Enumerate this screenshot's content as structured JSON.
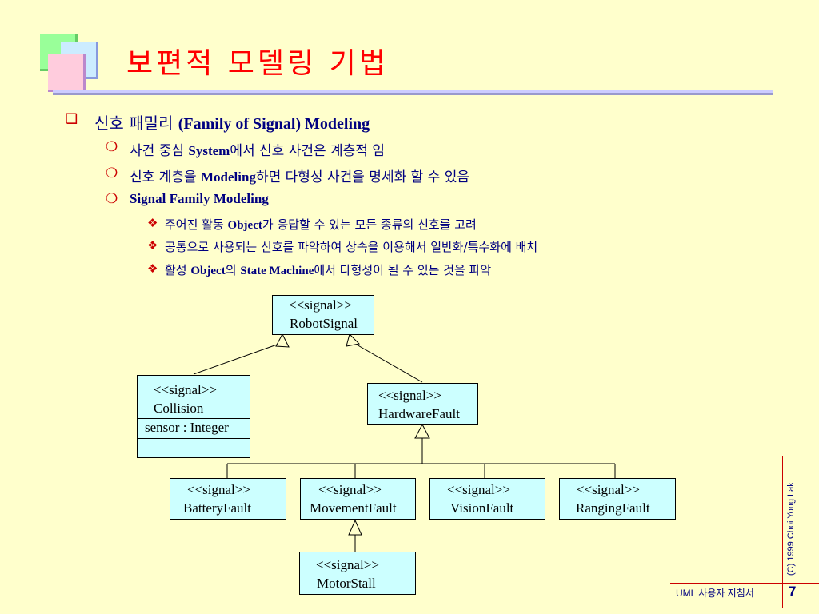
{
  "slide": {
    "title": "보편적 모델링 기법",
    "colors": {
      "title": "#ff0000",
      "text": "#000080",
      "bullet": "#cc0000",
      "box_fill": "#ccffff",
      "background": "#ffffcc"
    }
  },
  "bullets": {
    "l1": {
      "marker": "❑",
      "ko": "신호 패밀리 ",
      "en": "(Family of Signal) Modeling"
    },
    "l2": [
      {
        "marker": "❍",
        "p1": "사건 중심 ",
        "b": "System",
        "p2": "에서 신호 사건은 계층적 임"
      },
      {
        "marker": "❍",
        "p1": "신호 계층을 ",
        "b": "Modeling",
        "p2": "하면 다형성 사건을 명세화 할 수 있음"
      },
      {
        "marker": "❍",
        "p1": "",
        "b": "Signal Family Modeling",
        "p2": ""
      }
    ],
    "l3": [
      {
        "marker": "❖",
        "p1": "주어진 활동 ",
        "b": "Object",
        "p2": "가 응답할 수 있는 모든 종류의 신호를 고려"
      },
      {
        "marker": "❖",
        "p1": "공통으로 사용되는 신호를 파악하여 상속을 이용해서 일반화/특수화에 배치",
        "b": "",
        "p2": ""
      },
      {
        "marker": "❖",
        "p1": "활성 ",
        "b": "Object",
        "p2": "의 ",
        "b2": "State Machine",
        "p3": "에서 다형성이 될 수 있는 것을 파악"
      }
    ]
  },
  "diagram": {
    "robot_signal": {
      "stereotype": "<<signal>>",
      "name": "RobotSignal"
    },
    "collision": {
      "stereotype": "<<signal>>",
      "name": "Collision",
      "attribute": "sensor : Integer"
    },
    "hardware_fault": {
      "stereotype": "<<signal>>",
      "name": "HardwareFault"
    },
    "battery_fault": {
      "stereotype": "<<signal>>",
      "name": "BatteryFault"
    },
    "movement_fault": {
      "stereotype": "<<signal>>",
      "name": "MovementFault"
    },
    "vision_fault": {
      "stereotype": "<<signal>>",
      "name": "VisionFault"
    },
    "ranging_fault": {
      "stereotype": "<<signal>>",
      "name": "RangingFault"
    },
    "motor_stall": {
      "stereotype": "<<signal>>",
      "name": "MotorStall"
    }
  },
  "footer": {
    "copyright": "(C) 1999  Choi Yong Lak",
    "label": "UML 사용자 지침서",
    "page": "7"
  }
}
